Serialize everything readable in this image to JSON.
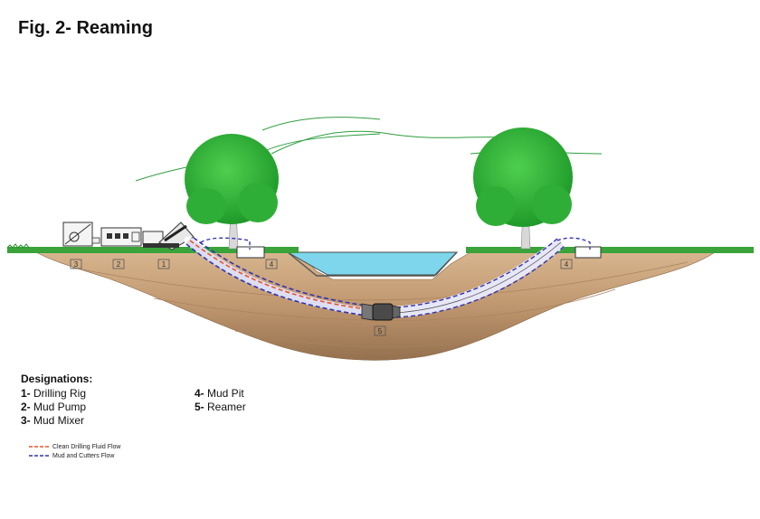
{
  "title": "Fig. 2- Reaming",
  "designations": {
    "heading": "Designations:",
    "left": [
      {
        "num": "1-",
        "label": " Drilling Rig"
      },
      {
        "num": "2-",
        "label": " Mud Pump"
      },
      {
        "num": "3-",
        "label": " Mud Mixer"
      }
    ],
    "right": [
      {
        "num": "4-",
        "label": " Mud Pit"
      },
      {
        "num": "5-",
        "label": " Reamer"
      }
    ]
  },
  "callouts": {
    "rig": "1",
    "pump": "2",
    "mixer": "3",
    "pit_left": "4",
    "pit_right": "4",
    "reamer": "5"
  },
  "legend": {
    "clean": "Clean Drilling Fluid Flow",
    "mud": "Mud and Cutters Flow"
  },
  "colors": {
    "clean_flow": "#e8552a",
    "mud_flow": "#3434b0",
    "water": "#7ed6ec",
    "grass": "#3aa33a",
    "soil": "#c9a17a"
  }
}
